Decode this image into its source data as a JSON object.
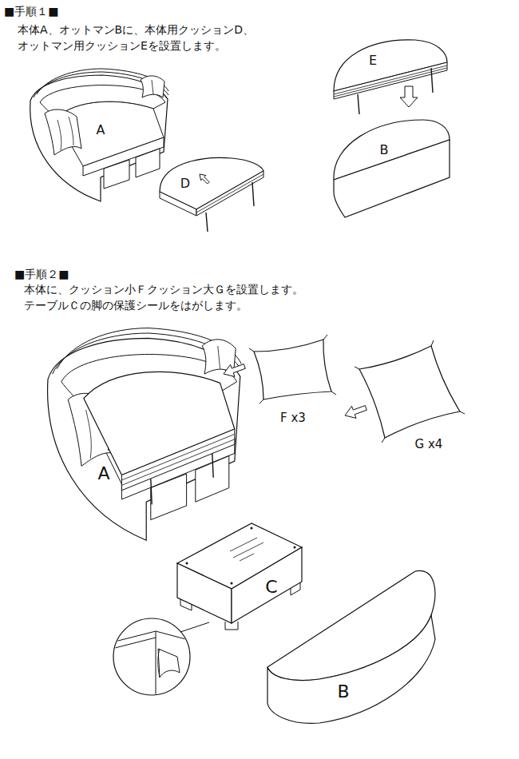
{
  "diagram": {
    "labels": [
      "■手順１■",
      "本体A、オットマンBに、本体用クッションD、 オットマン用クッションEを設置します。",
      "E",
      "A",
      "D",
      "B",
      "■手順２■",
      "本体に、クッション小Ｆクッション大Ｇを設置します。 テーブルＣの脚の保護シールをはがします。",
      "F x3",
      "G x4",
      "A",
      "C",
      "B"
    ]
  }
}
